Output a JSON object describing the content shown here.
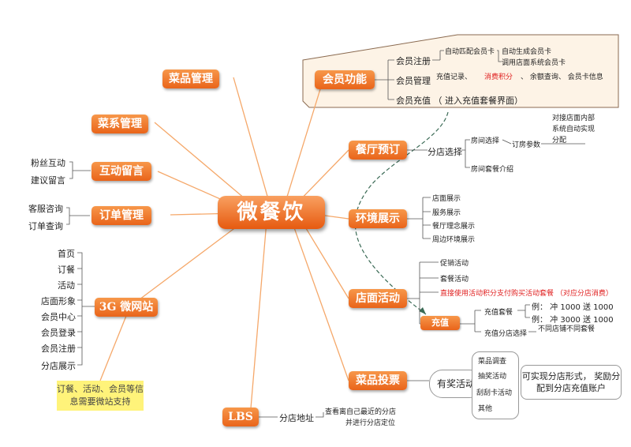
{
  "center": "微餐饮",
  "left": {
    "dish_mgmt": "菜品管理",
    "category_mgmt": "菜系管理",
    "interaction": {
      "label": "互动留言",
      "items": [
        "粉丝互动",
        "建议留言"
      ]
    },
    "order_mgmt": {
      "label": "订单管理",
      "items": [
        "客服咨询",
        "订单查询"
      ]
    },
    "site_3g": {
      "label": "3G 微网站",
      "items": [
        "首页",
        "订餐",
        "活动",
        "店面形象",
        "会员中心",
        "会员登录",
        "会员注册",
        "分店展示"
      ],
      "note": "订餐、活动、会员等信息需要微站支持"
    },
    "lbs": {
      "label": "LBS",
      "child": "分店地址",
      "detail": [
        "查看离自己最近的分店",
        "并进行分店定位"
      ]
    }
  },
  "right": {
    "member": {
      "label": "会员功能",
      "register": {
        "label": "会员注册",
        "items": [
          "自动匹配会员卡",
          "自动生成会员卡",
          "调用店面系统会员卡"
        ]
      },
      "manage": {
        "label": "会员管理",
        "items": [
          "充值记录、",
          "消费积分",
          "、 余额查询、 会员卡信息"
        ]
      },
      "recharge": "会员充值 （ 进入充值套餐界面）"
    },
    "booking": {
      "label": "餐厅预订",
      "child": "分店选择",
      "room_select": "房间选择",
      "room_params": "订房参数",
      "room_note": [
        "对接店面内部",
        "系统自动实现",
        "分配"
      ],
      "room_package": "房间套餐介绍"
    },
    "environment": {
      "label": "环境展示",
      "items": [
        "店面展示",
        "服务展示",
        "餐厅理念展示",
        "周边环境展示"
      ]
    },
    "activities": {
      "label": "店面活动",
      "items": [
        "促销活动",
        "套餐活动",
        "直接使用活动积分支付购买活动套餐 （对应分店消费）"
      ],
      "recharge_node": "充值",
      "package": "充值套餐",
      "examples": [
        "例： 冲 1000 送 1000",
        "例： 冲 3000 送 1000"
      ],
      "branch": "充值分店选择",
      "branch_note": "不同店铺不同套餐"
    },
    "vote": {
      "label": "菜品投票",
      "prize": "有奖活动",
      "items": [
        "菜品调查",
        "抽奖活动",
        "刮刮卡活动",
        "其他"
      ],
      "promo": "可实现分店形式， 奖励分配到分店充值账户"
    }
  }
}
